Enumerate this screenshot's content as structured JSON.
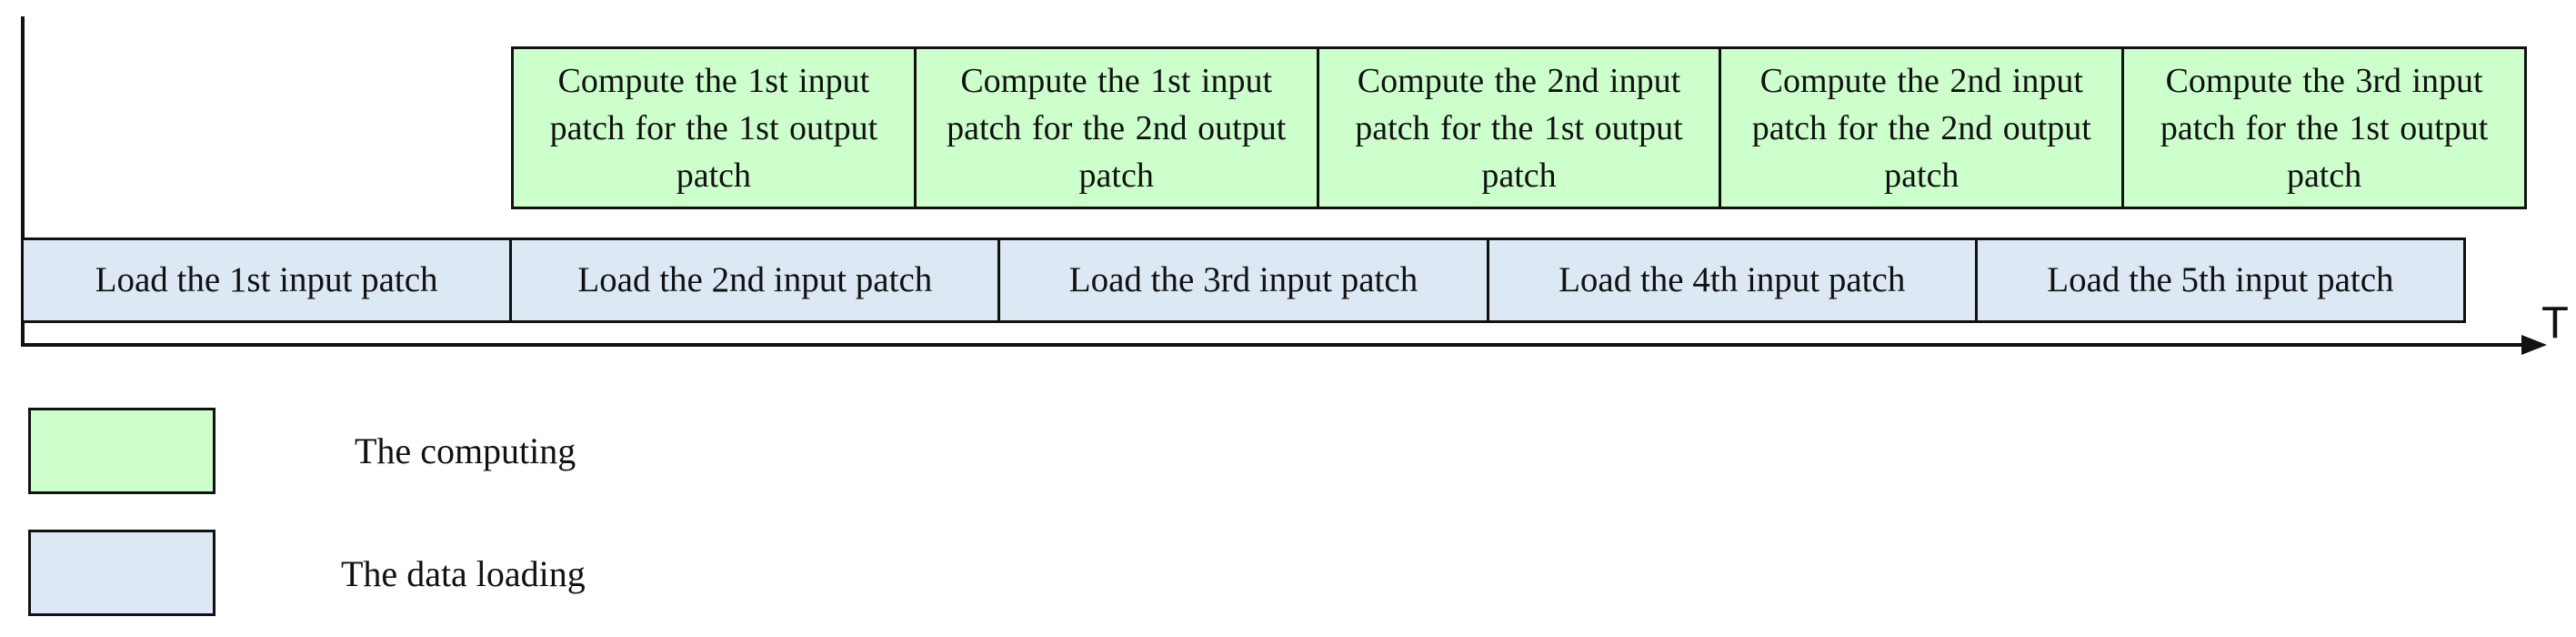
{
  "axis": {
    "label": "T"
  },
  "compute_blocks": [
    "Compute  the 1st input patch for the 1st output patch",
    "Compute  the 1st input patch for the 2nd output patch",
    "Compute  the 2nd input patch for the 1st output patch",
    "Compute  the 2nd input patch for the 2nd output patch",
    "Compute  the 3rd input patch for the 1st output patch"
  ],
  "load_blocks": [
    "Load the 1st input patch",
    "Load the 2nd input patch",
    "Load the 3rd input patch",
    "Load the 4th input patch",
    "Load the 5th input patch"
  ],
  "legend": {
    "computing": "The computing",
    "data_loading": "The data loading"
  },
  "colors": {
    "computing": "#ccffcc",
    "data_loading": "#dce8f4",
    "outline": "#111111"
  }
}
